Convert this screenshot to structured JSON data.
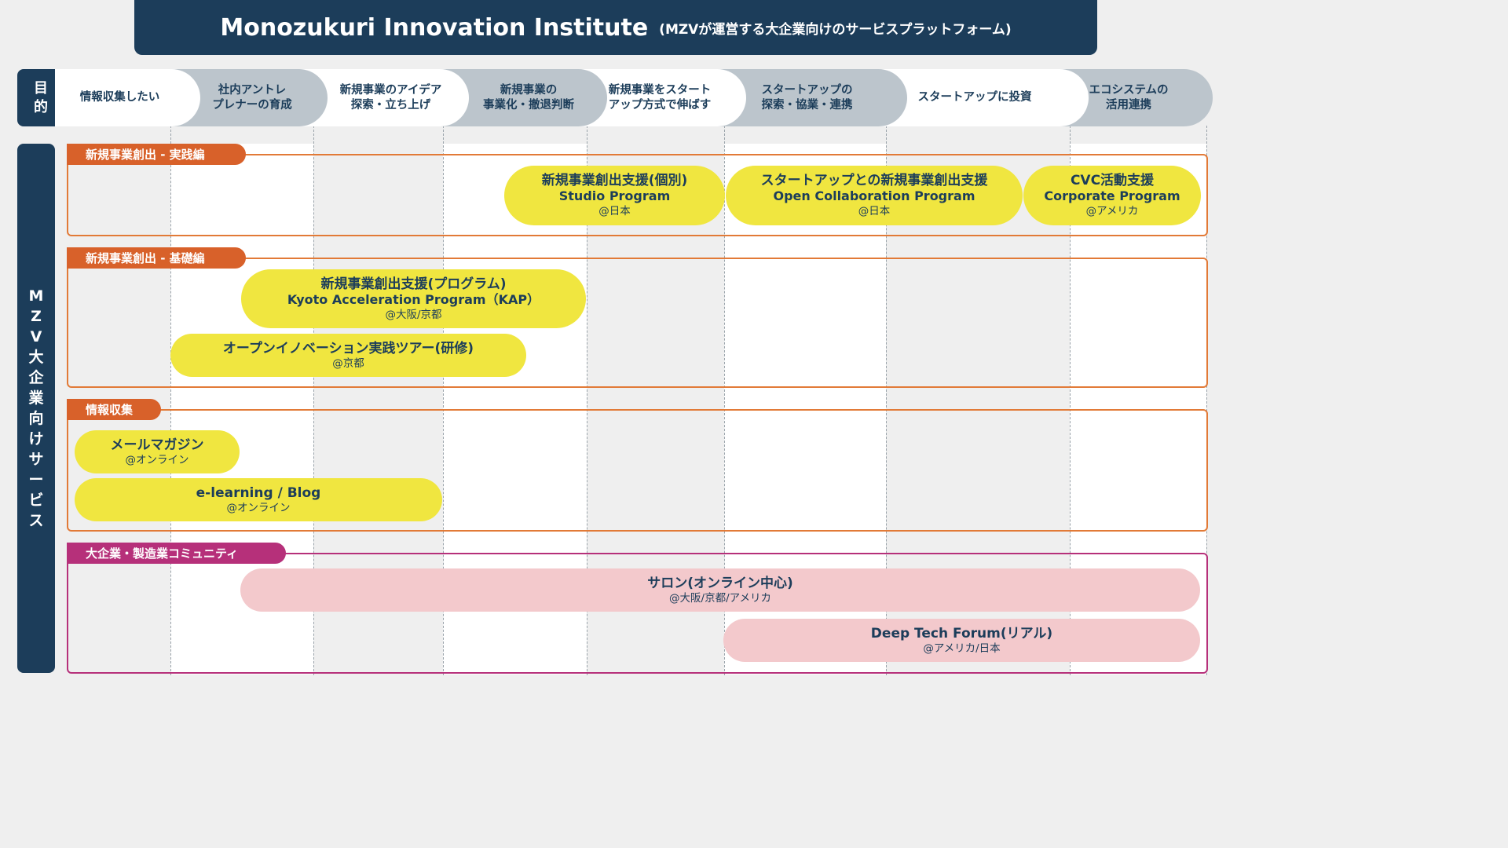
{
  "header": {
    "title": "Monozukuri Innovation Institute",
    "subtitle": "(MZVが運営する大企業向けのサービスプラットフォーム)"
  },
  "purpose": {
    "label_line1": "目",
    "label_line2": "的",
    "items": [
      {
        "line1": "情報収集したい",
        "line2": ""
      },
      {
        "line1": "社内アントレ",
        "line2": "プレナーの育成"
      },
      {
        "line1": "新規事業のアイデア",
        "line2": "探索・立ち上げ"
      },
      {
        "line1": "新規事業の",
        "line2": "事業化・撤退判断"
      },
      {
        "line1": "新規事業をスタート",
        "line2": "アップ方式で伸ばす"
      },
      {
        "line1": "スタートアップの",
        "line2": "探索・協業・連携"
      },
      {
        "line1": "スタートアップに投資",
        "line2": ""
      },
      {
        "line1": "エコシステムの",
        "line2": "活用連携"
      }
    ]
  },
  "side_label": [
    "M",
    "Z",
    "V",
    "大",
    "企",
    "業",
    "向",
    "け",
    "サ",
    "ー",
    "ビ",
    "ス"
  ],
  "sections": {
    "practice": {
      "title": "新規事業創出 - 実践編",
      "services": [
        {
          "name": "新規事業創出支援(個別)",
          "program": "Studio Program",
          "location": "@日本"
        },
        {
          "name": "スタートアップとの新規事業創出支援",
          "program": "Open Collaboration Program",
          "location": "@日本"
        },
        {
          "name": "CVC活動支援",
          "program": "Corporate Program",
          "location": "@アメリカ"
        }
      ]
    },
    "basic": {
      "title": "新規事業創出 - 基礎編",
      "services": [
        {
          "name": "新規事業創出支援(プログラム)",
          "program": "Kyoto Acceleration Program（KAP）",
          "location": "@大阪/京都"
        },
        {
          "name": "オープンイノベーション実践ツアー(研修)",
          "location": "@京都"
        }
      ]
    },
    "info": {
      "title": "情報収集",
      "services": [
        {
          "name": "メールマガジン",
          "location": "@オンライン"
        },
        {
          "name": "e-learning / Blog",
          "location": "@オンライン"
        }
      ]
    },
    "community": {
      "title": "大企業・製造業コミュニティ",
      "services": [
        {
          "name": "サロン(オンライン中心)",
          "location": "@大阪/京都/アメリカ"
        },
        {
          "name": "Deep Tech Forum(リアル)",
          "location": "@アメリカ/日本"
        }
      ]
    }
  },
  "colors": {
    "navy": "#1c3d5a",
    "orange": "#d8612a",
    "magenta": "#b6307a",
    "yellow": "#f0e640",
    "pink": "#f3c9cc",
    "gray": "#bcc5cc"
  }
}
